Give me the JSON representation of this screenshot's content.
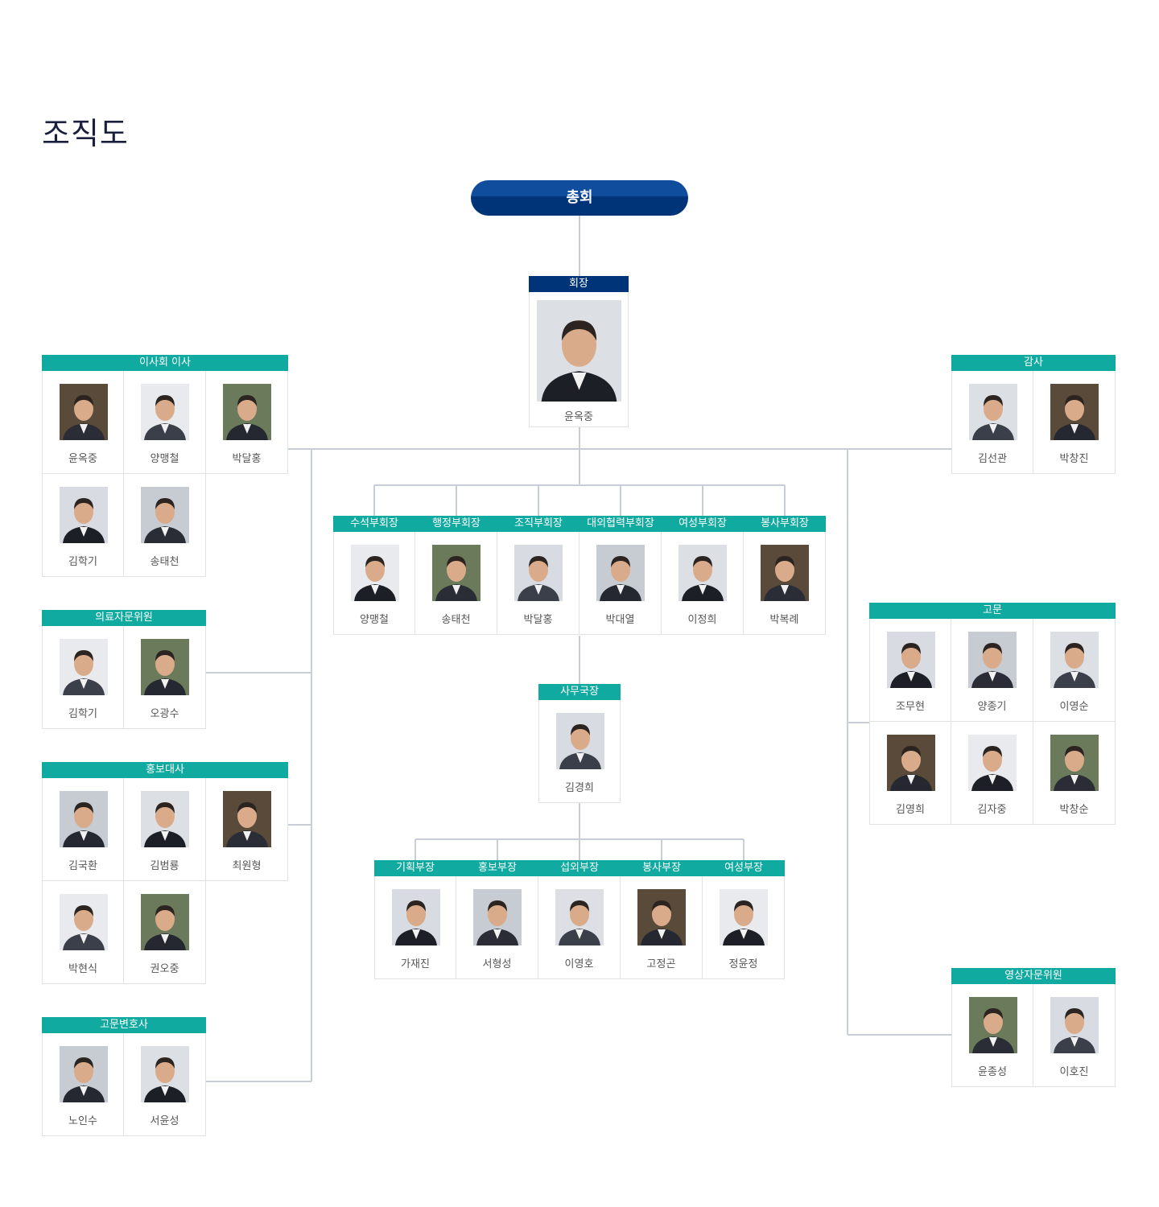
{
  "page_title": "조직도",
  "root": "총회",
  "president": {
    "title": "회장",
    "name": "윤옥중"
  },
  "directors": {
    "title": "이사회 이사",
    "members": [
      "윤옥중",
      "양맹철",
      "박달홍",
      "김학기",
      "송태천"
    ]
  },
  "auditors": {
    "title": "감사",
    "members": [
      "김선관",
      "박창진"
    ]
  },
  "vice_presidents": [
    {
      "title": "수석부회장",
      "name": "양맹철"
    },
    {
      "title": "행정부회장",
      "name": "송태천"
    },
    {
      "title": "조직부회장",
      "name": "박달홍"
    },
    {
      "title": "대외협력부회장",
      "name": "박대열"
    },
    {
      "title": "여성부회장",
      "name": "이정희"
    },
    {
      "title": "봉사부회장",
      "name": "박복례"
    }
  ],
  "medical_advisors": {
    "title": "의료자문위원",
    "members": [
      "김학기",
      "오광수"
    ]
  },
  "secretary_general": {
    "title": "사무국장",
    "name": "김경희"
  },
  "advisors": {
    "title": "고문",
    "members": [
      "조무현",
      "양종기",
      "이영순",
      "김영희",
      "김자중",
      "박창순"
    ]
  },
  "ambassadors": {
    "title": "홍보대사",
    "members": [
      "김국환",
      "김범룡",
      "최원형",
      "박현식",
      "권오중"
    ]
  },
  "departments": [
    {
      "title": "기획부장",
      "name": "가재진"
    },
    {
      "title": "홍보부장",
      "name": "서형성"
    },
    {
      "title": "섭외부장",
      "name": "이영호"
    },
    {
      "title": "봉사부장",
      "name": "고정곤"
    },
    {
      "title": "여성부장",
      "name": "정윤정"
    }
  ],
  "legal_advisors": {
    "title": "고문변호사",
    "members": [
      "노인수",
      "서윤성"
    ]
  },
  "video_advisors": {
    "title": "영상자문위원",
    "members": [
      "윤종성",
      "이호진"
    ]
  },
  "colors": {
    "navy": "#003479",
    "teal": "#10aaa0",
    "line": "#c9cdd8",
    "title_text": "#1a1f3d"
  }
}
